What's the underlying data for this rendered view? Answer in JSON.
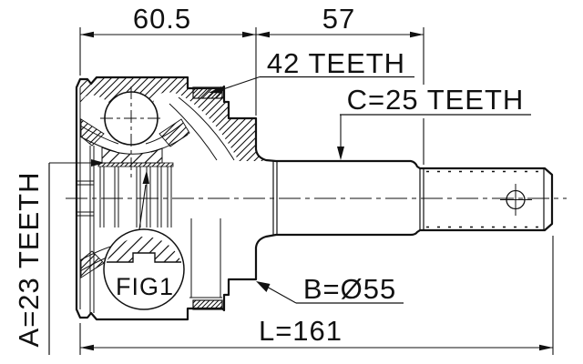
{
  "drawing": {
    "background": "#ffffff",
    "line_color": "#111111",
    "dimensions": {
      "top_left_width": "60.5",
      "top_right_width": "57",
      "overall_length": "L=161"
    },
    "labels": {
      "ring_gear": "42 TEETH",
      "outer_spline": "C=25 TEETH",
      "inner_spline": "A=23 TEETH",
      "body_diameter": "B=Ø55",
      "figure_ref": "FIG1"
    }
  }
}
